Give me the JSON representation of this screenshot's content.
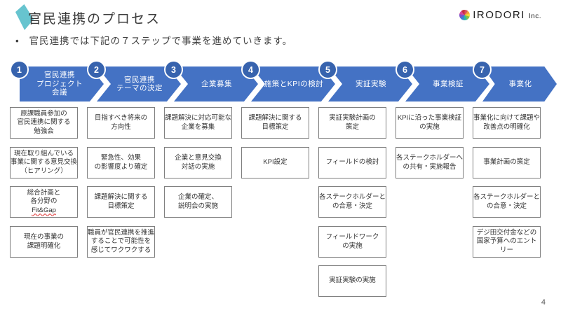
{
  "slide": {
    "title": "官民連携のプロセス",
    "bullet": "官民連携では下記の７ステップで事業を進めていきます。",
    "page_number": "4"
  },
  "logo": {
    "brand": "IRODORI",
    "suffix": "Inc.",
    "mark": "mosaic-circle-icon"
  },
  "colors": {
    "arrow_blue": "#4472c4",
    "circle_blue": "#3763ae",
    "accent_teal": "#67c4cf",
    "box_border": "#7f7f7f"
  },
  "steps": [
    {
      "number": "1",
      "label": "官民連携\nプロジェクト\n会議",
      "items": [
        {
          "text": "原課職員参加の\n官民連携に関する\n勉強会"
        },
        {
          "text": "現在取り組んでいる\n事業に関する意見交換\n（ヒアリング）"
        },
        {
          "text": "総合計画と\n各分野の",
          "underlined": "Fit&Gap"
        },
        {
          "text": "現在の事業の\n課題明確化"
        }
      ]
    },
    {
      "number": "2",
      "label": "官民連携\nテーマの決定",
      "items": [
        {
          "text": "目指すべき将来の\n方向性"
        },
        {
          "text": "緊急性、効果\nの影響度より確定"
        },
        {
          "text": "課題解決に関する\n目標策定"
        },
        {
          "text": "職員が官民連携を推進\nすることで可能性を\n感じてワクワクする"
        }
      ]
    },
    {
      "number": "3",
      "label": "企業募集",
      "items": [
        {
          "text": "課題解決に対応可能な\n企業を募集"
        },
        {
          "text": "企業と意見交換\n対話の実施"
        },
        {
          "text": "企業の確定、\n説明会の実施"
        }
      ]
    },
    {
      "number": "4",
      "label": "施策とKPIの検討",
      "items": [
        {
          "text": "課題解決に関する\n目標策定"
        },
        {
          "text": "KPI設定"
        }
      ]
    },
    {
      "number": "5",
      "label": "実証実験",
      "items": [
        {
          "text": "実証実験計画の\n策定"
        },
        {
          "text": "フィールドの検討"
        },
        {
          "text": "各ステークホルダーと\nの合意・決定"
        },
        {
          "text": "フィールドワーク\nの実施"
        },
        {
          "text": "実証実験の実施"
        }
      ]
    },
    {
      "number": "6",
      "label": "事業検証",
      "items": [
        {
          "text": "KPIに沿った事業検証\nの実施"
        },
        {
          "text": "各ステークホルダーへ\nの共有・実施報告"
        }
      ]
    },
    {
      "number": "7",
      "label": "事業化",
      "items": [
        {
          "text": "事業化に向けて課題や\n改善点の明確化"
        },
        {
          "text": "事業計画の策定"
        },
        {
          "text": "各ステークホルダーと\nの合意・決定"
        },
        {
          "text": "デジ田交付金などの\n国家予算へのエント\nリー"
        }
      ]
    }
  ]
}
